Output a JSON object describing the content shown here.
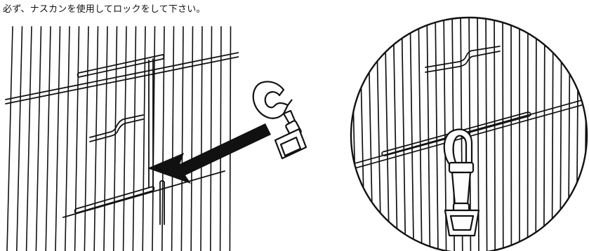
{
  "instruction": {
    "text": "必ず、ナスカンを使用してロックをして下さい。"
  },
  "figures": {
    "left": {
      "icon": "cage-gate-with-arrow-and-snap-hook"
    },
    "right": {
      "icon": "magnified-circle-locked-snap-hook"
    }
  },
  "colors": {
    "line": "#111111",
    "background": "#ffffff"
  }
}
